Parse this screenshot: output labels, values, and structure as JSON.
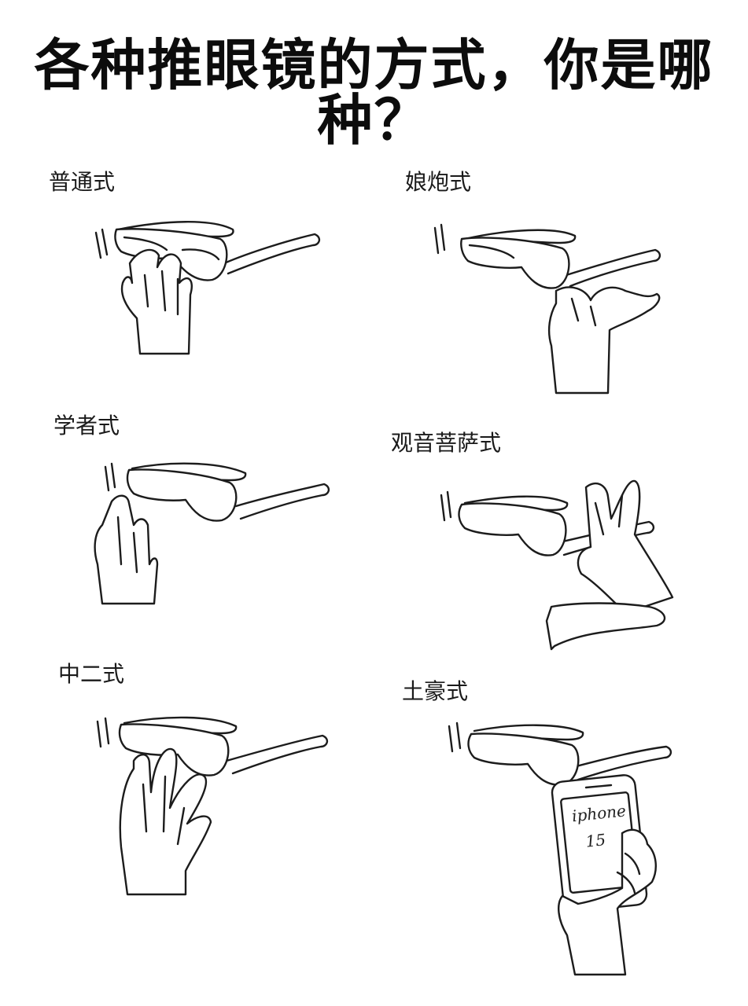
{
  "title": "各种推眼镜的方式，你是哪种？",
  "panels": [
    {
      "label": "普通式"
    },
    {
      "label": "娘炮式"
    },
    {
      "label": "学者式"
    },
    {
      "label": "观音菩萨式"
    },
    {
      "label": "中二式"
    },
    {
      "label": "土豪式"
    }
  ],
  "phone": {
    "brand": "iphone",
    "model": "15"
  }
}
